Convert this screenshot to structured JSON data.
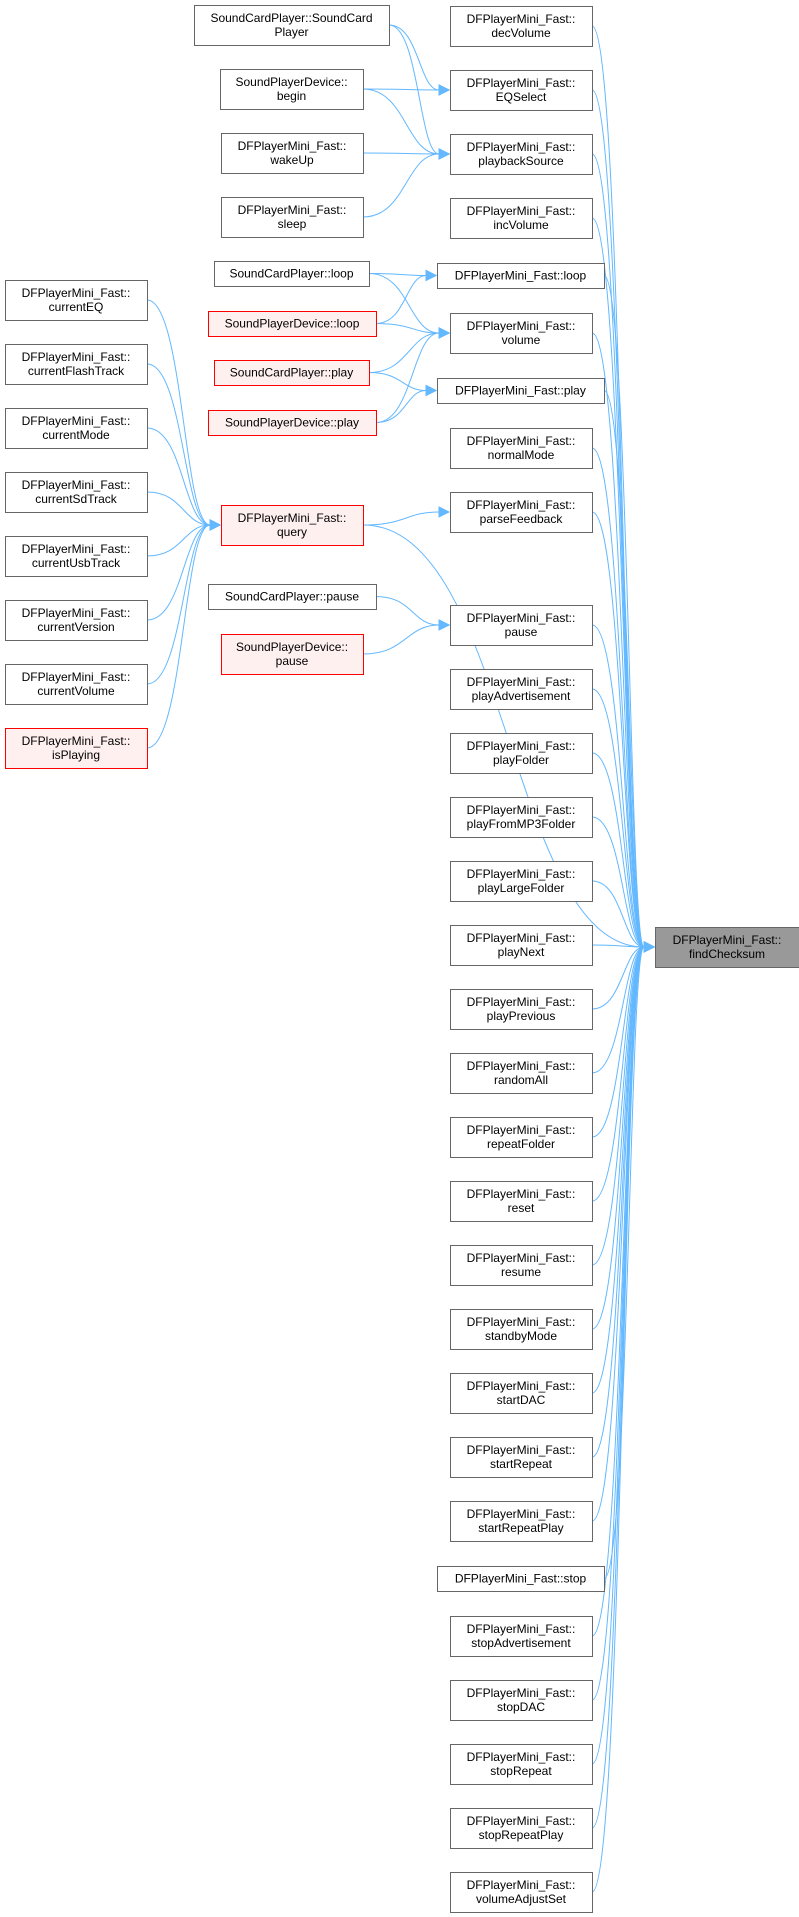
{
  "title": "DFPlayerMini_Fast::findChecksum call graph",
  "colors": {
    "edge": "#63b8ff",
    "node_border": "#666666",
    "truncated_border": "#ff0000",
    "truncated_fill": "#fff0f0",
    "focus_fill": "#999999"
  },
  "nodes": [
    {
      "id": "findChecksum",
      "lines": [
        "DFPlayerMini_Fast::",
        "findChecksum"
      ],
      "style": "focus"
    },
    {
      "id": "decVolume",
      "lines": [
        "DFPlayerMini_Fast::",
        "decVolume"
      ],
      "style": "normal"
    },
    {
      "id": "EQSelect",
      "lines": [
        "DFPlayerMini_Fast::",
        "EQSelect"
      ],
      "style": "normal"
    },
    {
      "id": "playbackSource",
      "lines": [
        "DFPlayerMini_Fast::",
        "playbackSource"
      ],
      "style": "normal"
    },
    {
      "id": "incVolume",
      "lines": [
        "DFPlayerMini_Fast::",
        "incVolume"
      ],
      "style": "normal"
    },
    {
      "id": "loop",
      "lines": [
        "DFPlayerMini_Fast::loop"
      ],
      "style": "normal"
    },
    {
      "id": "volume",
      "lines": [
        "DFPlayerMini_Fast::",
        "volume"
      ],
      "style": "normal"
    },
    {
      "id": "play",
      "lines": [
        "DFPlayerMini_Fast::play"
      ],
      "style": "normal"
    },
    {
      "id": "normalMode",
      "lines": [
        "DFPlayerMini_Fast::",
        "normalMode"
      ],
      "style": "normal"
    },
    {
      "id": "parseFeedback",
      "lines": [
        "DFPlayerMini_Fast::",
        "parseFeedback"
      ],
      "style": "normal"
    },
    {
      "id": "pause",
      "lines": [
        "DFPlayerMini_Fast::",
        "pause"
      ],
      "style": "normal"
    },
    {
      "id": "playAdvertisement",
      "lines": [
        "DFPlayerMini_Fast::",
        "playAdvertisement"
      ],
      "style": "normal"
    },
    {
      "id": "playFolder",
      "lines": [
        "DFPlayerMini_Fast::",
        "playFolder"
      ],
      "style": "normal"
    },
    {
      "id": "playFromMP3Folder",
      "lines": [
        "DFPlayerMini_Fast::",
        "playFromMP3Folder"
      ],
      "style": "normal"
    },
    {
      "id": "playLargeFolder",
      "lines": [
        "DFPlayerMini_Fast::",
        "playLargeFolder"
      ],
      "style": "normal"
    },
    {
      "id": "playNext",
      "lines": [
        "DFPlayerMini_Fast::",
        "playNext"
      ],
      "style": "normal"
    },
    {
      "id": "playPrevious",
      "lines": [
        "DFPlayerMini_Fast::",
        "playPrevious"
      ],
      "style": "normal"
    },
    {
      "id": "randomAll",
      "lines": [
        "DFPlayerMini_Fast::",
        "randomAll"
      ],
      "style": "normal"
    },
    {
      "id": "repeatFolder",
      "lines": [
        "DFPlayerMini_Fast::",
        "repeatFolder"
      ],
      "style": "normal"
    },
    {
      "id": "reset",
      "lines": [
        "DFPlayerMini_Fast::",
        "reset"
      ],
      "style": "normal"
    },
    {
      "id": "resume",
      "lines": [
        "DFPlayerMini_Fast::",
        "resume"
      ],
      "style": "normal"
    },
    {
      "id": "standbyMode",
      "lines": [
        "DFPlayerMini_Fast::",
        "standbyMode"
      ],
      "style": "normal"
    },
    {
      "id": "startDAC",
      "lines": [
        "DFPlayerMini_Fast::",
        "startDAC"
      ],
      "style": "normal"
    },
    {
      "id": "startRepeat",
      "lines": [
        "DFPlayerMini_Fast::",
        "startRepeat"
      ],
      "style": "normal"
    },
    {
      "id": "startRepeatPlay",
      "lines": [
        "DFPlayerMini_Fast::",
        "startRepeatPlay"
      ],
      "style": "normal"
    },
    {
      "id": "stop",
      "lines": [
        "DFPlayerMini_Fast::stop"
      ],
      "style": "normal"
    },
    {
      "id": "stopAdvertisement",
      "lines": [
        "DFPlayerMini_Fast::",
        "stopAdvertisement"
      ],
      "style": "normal"
    },
    {
      "id": "stopDAC",
      "lines": [
        "DFPlayerMini_Fast::",
        "stopDAC"
      ],
      "style": "normal"
    },
    {
      "id": "stopRepeat",
      "lines": [
        "DFPlayerMini_Fast::",
        "stopRepeat"
      ],
      "style": "normal"
    },
    {
      "id": "stopRepeatPlay",
      "lines": [
        "DFPlayerMini_Fast::",
        "stopRepeatPlay"
      ],
      "style": "normal"
    },
    {
      "id": "volumeAdjustSet",
      "lines": [
        "DFPlayerMini_Fast::",
        "volumeAdjustSet"
      ],
      "style": "normal"
    },
    {
      "id": "scpCtor",
      "lines": [
        "SoundCardPlayer::SoundCard",
        "Player"
      ],
      "style": "normal"
    },
    {
      "id": "spdBegin",
      "lines": [
        "SoundPlayerDevice::",
        "begin"
      ],
      "style": "normal"
    },
    {
      "id": "wakeUp",
      "lines": [
        "DFPlayerMini_Fast::",
        "wakeUp"
      ],
      "style": "normal"
    },
    {
      "id": "sleep",
      "lines": [
        "DFPlayerMini_Fast::",
        "sleep"
      ],
      "style": "normal"
    },
    {
      "id": "scpLoop",
      "lines": [
        "SoundCardPlayer::loop"
      ],
      "style": "normal"
    },
    {
      "id": "spdLoop",
      "lines": [
        "SoundPlayerDevice::loop"
      ],
      "style": "truncated"
    },
    {
      "id": "scpPlay",
      "lines": [
        "SoundCardPlayer::play"
      ],
      "style": "truncated"
    },
    {
      "id": "spdPlay",
      "lines": [
        "SoundPlayerDevice::play"
      ],
      "style": "truncated"
    },
    {
      "id": "query",
      "lines": [
        "DFPlayerMini_Fast::",
        "query"
      ],
      "style": "truncated"
    },
    {
      "id": "scpPause",
      "lines": [
        "SoundCardPlayer::pause"
      ],
      "style": "normal"
    },
    {
      "id": "spdPause",
      "lines": [
        "SoundPlayerDevice::",
        "pause"
      ],
      "style": "truncated"
    },
    {
      "id": "currentEQ",
      "lines": [
        "DFPlayerMini_Fast::",
        "currentEQ"
      ],
      "style": "normal"
    },
    {
      "id": "currentFlashTrack",
      "lines": [
        "DFPlayerMini_Fast::",
        "currentFlashTrack"
      ],
      "style": "normal"
    },
    {
      "id": "currentMode",
      "lines": [
        "DFPlayerMini_Fast::",
        "currentMode"
      ],
      "style": "normal"
    },
    {
      "id": "currentSdTrack",
      "lines": [
        "DFPlayerMini_Fast::",
        "currentSdTrack"
      ],
      "style": "normal"
    },
    {
      "id": "currentUsbTrack",
      "lines": [
        "DFPlayerMini_Fast::",
        "currentUsbTrack"
      ],
      "style": "normal"
    },
    {
      "id": "currentVersion",
      "lines": [
        "DFPlayerMini_Fast::",
        "currentVersion"
      ],
      "style": "normal"
    },
    {
      "id": "currentVolume",
      "lines": [
        "DFPlayerMini_Fast::",
        "currentVolume"
      ],
      "style": "normal"
    },
    {
      "id": "isPlaying",
      "lines": [
        "DFPlayerMini_Fast::",
        "isPlaying"
      ],
      "style": "truncated"
    }
  ],
  "edges": [
    [
      "decVolume",
      "findChecksum"
    ],
    [
      "EQSelect",
      "findChecksum"
    ],
    [
      "playbackSource",
      "findChecksum"
    ],
    [
      "incVolume",
      "findChecksum"
    ],
    [
      "loop",
      "findChecksum"
    ],
    [
      "volume",
      "findChecksum"
    ],
    [
      "play",
      "findChecksum"
    ],
    [
      "normalMode",
      "findChecksum"
    ],
    [
      "parseFeedback",
      "findChecksum"
    ],
    [
      "query",
      "findChecksum"
    ],
    [
      "pause",
      "findChecksum"
    ],
    [
      "playAdvertisement",
      "findChecksum"
    ],
    [
      "playFolder",
      "findChecksum"
    ],
    [
      "playFromMP3Folder",
      "findChecksum"
    ],
    [
      "playLargeFolder",
      "findChecksum"
    ],
    [
      "playNext",
      "findChecksum"
    ],
    [
      "playPrevious",
      "findChecksum"
    ],
    [
      "randomAll",
      "findChecksum"
    ],
    [
      "repeatFolder",
      "findChecksum"
    ],
    [
      "reset",
      "findChecksum"
    ],
    [
      "resume",
      "findChecksum"
    ],
    [
      "standbyMode",
      "findChecksum"
    ],
    [
      "startDAC",
      "findChecksum"
    ],
    [
      "startRepeat",
      "findChecksum"
    ],
    [
      "startRepeatPlay",
      "findChecksum"
    ],
    [
      "stop",
      "findChecksum"
    ],
    [
      "stopAdvertisement",
      "findChecksum"
    ],
    [
      "stopDAC",
      "findChecksum"
    ],
    [
      "stopRepeat",
      "findChecksum"
    ],
    [
      "stopRepeatPlay",
      "findChecksum"
    ],
    [
      "volumeAdjustSet",
      "findChecksum"
    ],
    [
      "scpCtor",
      "EQSelect"
    ],
    [
      "scpCtor",
      "playbackSource"
    ],
    [
      "spdBegin",
      "EQSelect"
    ],
    [
      "spdBegin",
      "playbackSource"
    ],
    [
      "wakeUp",
      "playbackSource"
    ],
    [
      "sleep",
      "playbackSource"
    ],
    [
      "scpLoop",
      "loop"
    ],
    [
      "scpLoop",
      "volume"
    ],
    [
      "spdLoop",
      "loop"
    ],
    [
      "spdLoop",
      "volume"
    ],
    [
      "scpPlay",
      "volume"
    ],
    [
      "scpPlay",
      "play"
    ],
    [
      "spdPlay",
      "volume"
    ],
    [
      "spdPlay",
      "play"
    ],
    [
      "query",
      "parseFeedback"
    ],
    [
      "scpPause",
      "pause"
    ],
    [
      "spdPause",
      "pause"
    ],
    [
      "currentEQ",
      "query"
    ],
    [
      "currentFlashTrack",
      "query"
    ],
    [
      "currentMode",
      "query"
    ],
    [
      "currentSdTrack",
      "query"
    ],
    [
      "currentUsbTrack",
      "query"
    ],
    [
      "currentVersion",
      "query"
    ],
    [
      "currentVolume",
      "query"
    ],
    [
      "isPlaying",
      "query"
    ]
  ]
}
